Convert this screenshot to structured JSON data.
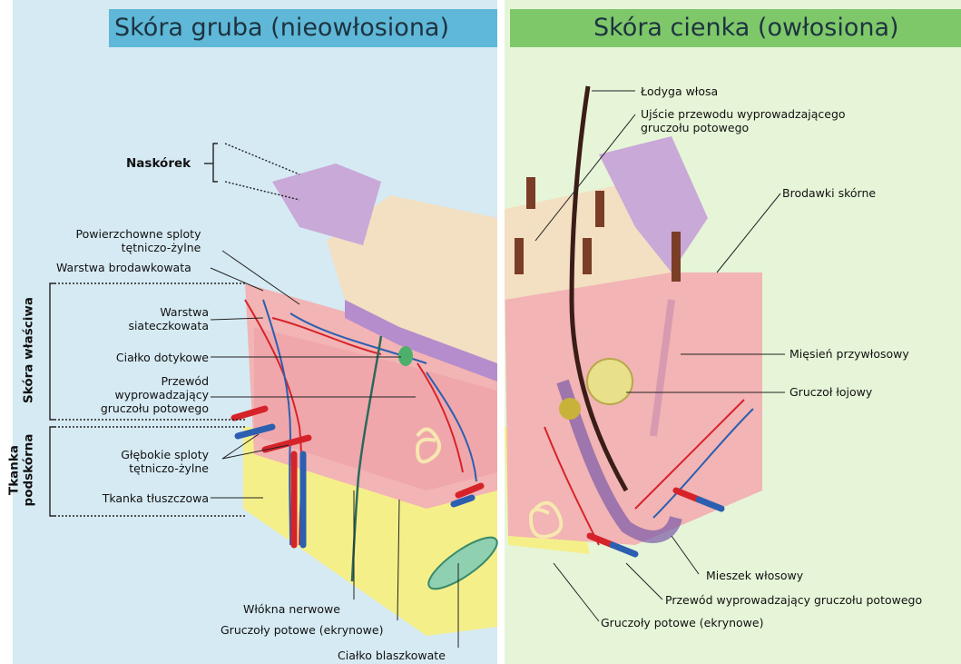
{
  "titles": {
    "thick_skin": "Skóra gruba (nieowłosiona)",
    "thin_skin": "Skóra cienka (owłosiona)"
  },
  "colors": {
    "left_panel": "#d6eaf3",
    "right_panel": "#e6f5d8",
    "left_title": "#5fb8d8",
    "right_title": "#7ec86a",
    "epidermis_top": "#f3dfc2",
    "epidermis_purple": "#c9a9d8",
    "dermis": "#f2b4b4",
    "hypodermis": "#f5ef8a",
    "artery": "#d6232a",
    "vein": "#2c5fb0",
    "hair": "#3b1d18"
  },
  "left_labels": {
    "epidermis": "Naskórek",
    "superficial_plexus_1": "Powierzchowne sploty",
    "superficial_plexus_2": "tętniczo-żylne",
    "papillary_layer": "Warstwa brodawkowata",
    "reticular_layer_1": "Warstwa",
    "reticular_layer_2": "siateczkowata",
    "tactile_corpuscle": "Ciałko dotykowe",
    "sweat_duct_1": "Przewód",
    "sweat_duct_2": "wyprowadzający",
    "sweat_duct_3": "gruczołu potowego",
    "deep_plexus_1": "Głębokie sploty",
    "deep_plexus_2": "tętniczo-żylne",
    "adipose": "Tkanka tłuszczowa",
    "nerve_fibers": "Włókna nerwowe",
    "sweat_glands": "Gruczoły potowe (ekrynowe)",
    "lamellar_corpuscle": "Ciałko blaszkowate"
  },
  "side_labels": {
    "dermis": "Skóra właściwa",
    "hypodermis_1": "Tkanka",
    "hypodermis_2": "podskórna"
  },
  "right_labels": {
    "hair_shaft": "Łodyga włosa",
    "sweat_pore_1": "Ujście przewodu wyprowadzającego",
    "sweat_pore_2": "gruczołu potowego",
    "dermal_papillae": "Brodawki skórne",
    "arrector_pili": "Mięsień przywłosowy",
    "sebaceous_gland": "Gruczoł łojowy",
    "hair_follicle": "Mieszek włosowy",
    "sweat_duct": "Przewód wyprowadzający gruczołu potowego",
    "sweat_glands": "Gruczoły potowe (ekrynowe)"
  }
}
